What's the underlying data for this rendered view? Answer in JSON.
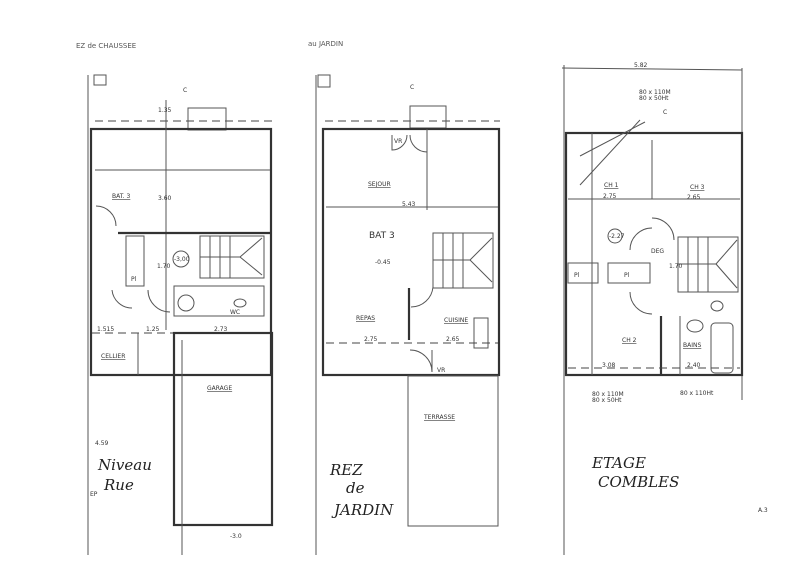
{
  "plans": [
    {
      "header": "EZ de CHAUSSEE",
      "title": [
        "Niveau",
        "Rue"
      ],
      "labels": {
        "orientation": "C",
        "bat": "BAT. 3",
        "level": "-3,00",
        "pl": "Pl",
        "wc": "WC",
        "cellier": "CELLIER",
        "garage": "GARAGE",
        "ep": "EP",
        "level2": "-3.0"
      },
      "dims": {
        "d1": "1.35",
        "d2": "3.60",
        "d3": "1.70",
        "d4": "1.515",
        "d5": "1.25",
        "d6": "2.73",
        "d7": "4.59"
      }
    },
    {
      "header": "au JARDIN",
      "title": [
        "REZ",
        "de",
        "JARDIN"
      ],
      "labels": {
        "orientation": "C",
        "sejour": "SEJOUR",
        "bat": "BAT 3",
        "level": "-0.45",
        "repas": "REPAS",
        "cuisine": "CUISINE",
        "vr1": "VR",
        "vr2": "VR",
        "terrasse": "TERRASSE"
      },
      "dims": {
        "d1": "5.43",
        "d2": "2.75",
        "d3": "2.65"
      }
    },
    {
      "title": [
        "ETAGE",
        "COMBLES"
      ],
      "labels": {
        "orientation": "C",
        "ch1": "CH 1",
        "ch3": "CH 3",
        "ch2": "CH 2",
        "level": "-2.27",
        "deg": "DEG",
        "pl1": "Pl",
        "pl2": "Pl",
        "bains": "BAINS",
        "win_top1": "80 x 110M",
        "win_top2": "80 x 50Ht",
        "win_bl1": "80 x 110M",
        "win_bl2": "80 x 50Ht",
        "win_br": "80 x 110Ht"
      },
      "dims": {
        "d0": "5.82",
        "d1": "2.75",
        "d2": "2.65",
        "d3": "1.70",
        "d4": "3.08",
        "d5": "2.40"
      }
    }
  ],
  "page_mark": "A.3"
}
